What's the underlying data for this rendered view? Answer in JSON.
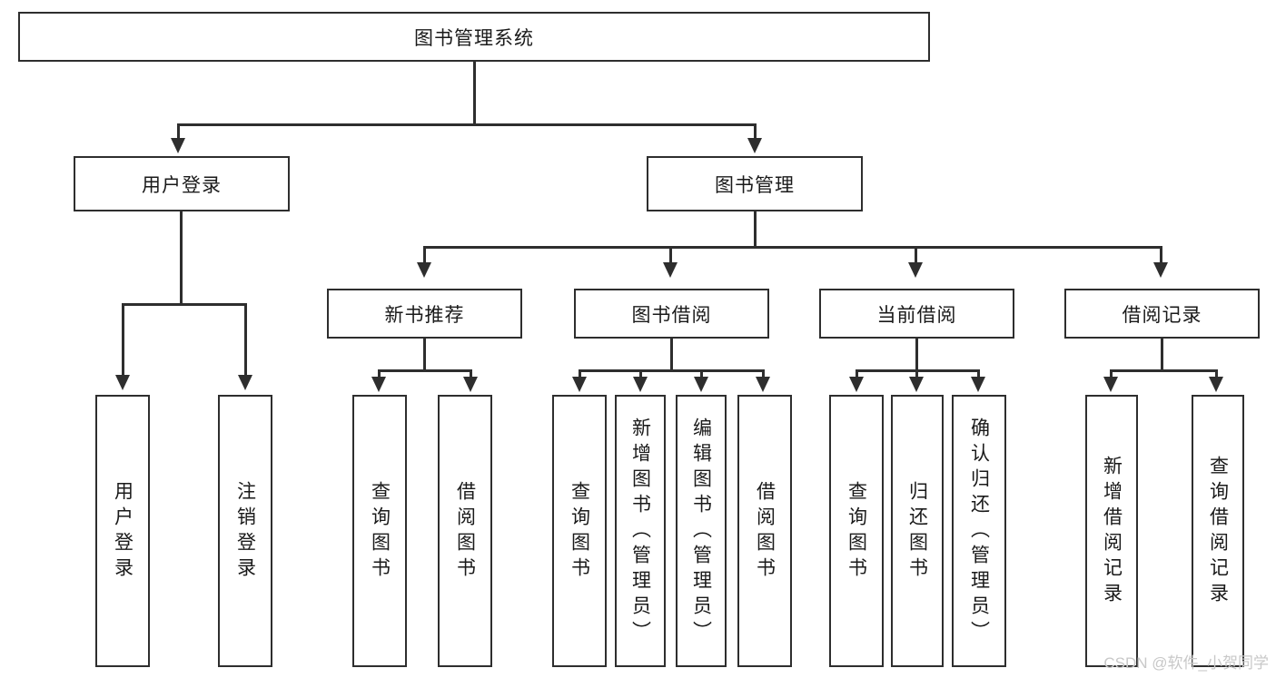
{
  "diagram": {
    "title_node": "图书管理系统",
    "watermark": "CSDN @软件_小贺同学",
    "nodes": {
      "root": "图书管理系统",
      "user_login": "用户登录",
      "book_manage": "图书管理",
      "new_book_rec": "新书推荐",
      "book_borrow": "图书借阅",
      "current_borrow": "当前借阅",
      "borrow_record": "借阅记录",
      "leaf_user_login": "用户登录",
      "leaf_logout": "注销登录",
      "leaf_query_book_1": "查询图书",
      "leaf_borrow_book_1": "借阅图书",
      "leaf_query_book_2": "查询图书",
      "leaf_add_book_admin": "新增图书（管理员）",
      "leaf_edit_book_admin": "编辑图书（管理员）",
      "leaf_borrow_book_2": "借阅图书",
      "leaf_query_book_3": "查询图书",
      "leaf_return_book": "归还图书",
      "leaf_confirm_return_admin": "确认归还（管理员）",
      "leaf_add_record": "新增借阅记录",
      "leaf_query_record": "查询借阅记录"
    }
  }
}
